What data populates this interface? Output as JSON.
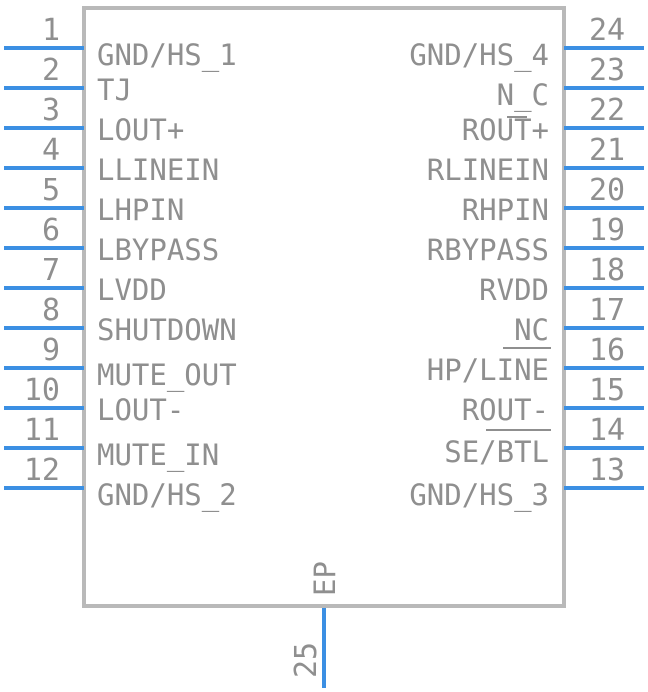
{
  "symbol": {
    "left_pins": [
      {
        "num": "1",
        "label": "GND/HS_1"
      },
      {
        "num": "2",
        "label": "TJ"
      },
      {
        "num": "3",
        "label": "LOUT+"
      },
      {
        "num": "4",
        "label": "LLINEIN"
      },
      {
        "num": "5",
        "label": "LHPIN"
      },
      {
        "num": "6",
        "label": "LBYPASS"
      },
      {
        "num": "7",
        "label": "LVDD"
      },
      {
        "num": "8",
        "label": "SHUTDOWN"
      },
      {
        "num": "9",
        "label": "MUTE_OUT"
      },
      {
        "num": "10",
        "label": "LOUT-"
      },
      {
        "num": "11",
        "label": "MUTE_IN"
      },
      {
        "num": "12",
        "label": "GND/HS_2"
      }
    ],
    "right_pins": [
      {
        "num": "24",
        "label": "GND/HS_4"
      },
      {
        "num": "23",
        "label": "N_C"
      },
      {
        "num": "22",
        "label": "ROUT+"
      },
      {
        "num": "21",
        "label": "RLINEIN"
      },
      {
        "num": "20",
        "label": "RHPIN"
      },
      {
        "num": "19",
        "label": "RBYPASS"
      },
      {
        "num": "18",
        "label": "RVDD"
      },
      {
        "num": "17",
        "label": "NC"
      },
      {
        "num": "16",
        "label": "HP/LINE"
      },
      {
        "num": "15",
        "label": "ROUT-"
      },
      {
        "num": "14",
        "label": "SE/BTL"
      },
      {
        "num": "13",
        "label": "GND/HS_3"
      }
    ],
    "bottom_pin": {
      "num": "25",
      "label": "EP"
    },
    "colors": {
      "pin": "#3b8fe3",
      "body": "#b9b9b9",
      "text": "#8f8f8f"
    }
  }
}
